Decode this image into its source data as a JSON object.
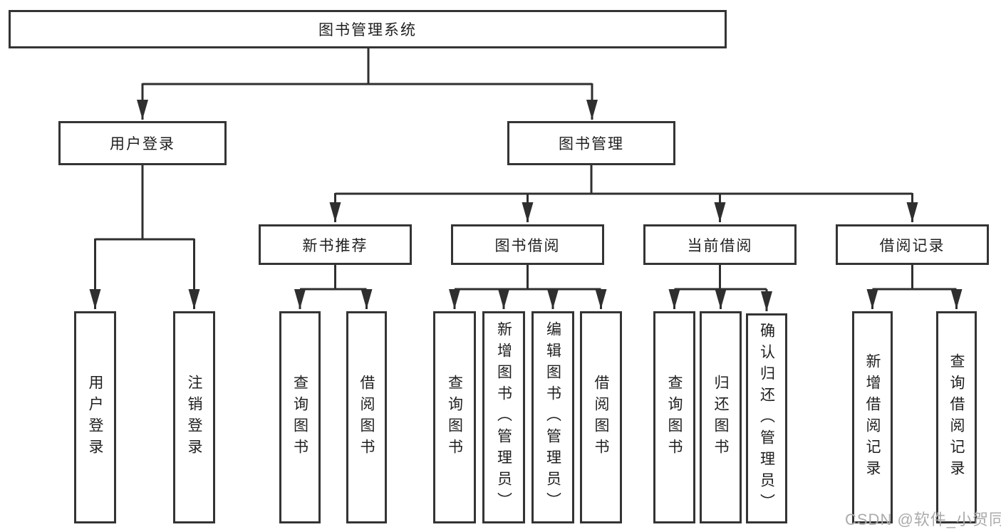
{
  "tree": {
    "root": {
      "label": "图书管理系统"
    },
    "level2": [
      {
        "label": "用户登录"
      },
      {
        "label": "图书管理"
      }
    ],
    "level3": [
      {
        "label": "新书推荐"
      },
      {
        "label": "图书借阅"
      },
      {
        "label": "当前借阅"
      },
      {
        "label": "借阅记录"
      }
    ],
    "leaves": {
      "user_login": [
        "用户登录",
        "注销登录"
      ],
      "new_book": [
        "查询图书",
        "借阅图书"
      ],
      "book_borrow": [
        "查询图书",
        "新增图书（管理员）",
        "编辑图书（管理员）",
        "借阅图书"
      ],
      "current_borrow": [
        "查询图书",
        "归还图书",
        "确认归还（管理员）"
      ],
      "borrow_record": [
        "新增借阅记录",
        "查询借阅记录"
      ]
    }
  },
  "watermark": {
    "text": "CSDN @软件_小贺同学"
  },
  "colors": {
    "line": "#2f2f2f",
    "border": "#343434",
    "text": "#1f1f1f",
    "watermark": "#ababab",
    "background": "#ffffff"
  }
}
